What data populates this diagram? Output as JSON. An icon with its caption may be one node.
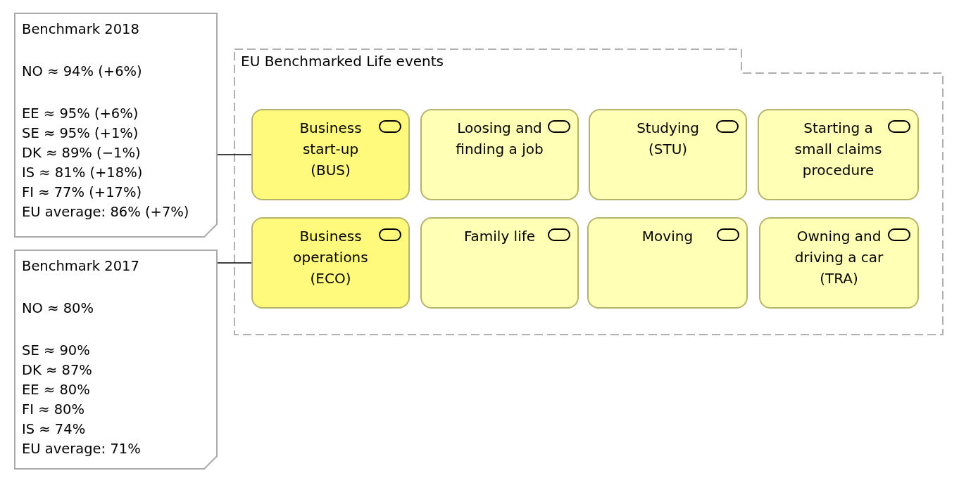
{
  "diagram": {
    "nodes": [
      {
        "text": [
          "Benchmark 2018",
          "NO ≈ 94% (+6%)",
          "EE ≈ 95% (+6%)",
          "SE ≈ 95% (+1%)",
          "DK ≈ 89% (−1%)",
          "IS ≈ 81% (+18%)",
          "FI ≈ 77% (+17%)",
          "EU average: 86% (+7%)"
        ]
      },
      {
        "text": [
          "Benchmark 2017",
          "NO ≈ 80%",
          "SE ≈ 90%",
          "DK ≈ 87%",
          "EE ≈ 80%",
          "FI ≈ 80%",
          "IS ≈ 74%",
          "EU average: 71%"
        ]
      },
      {
        "text": [
          "EU Benchmarked Life events"
        ]
      },
      {
        "text": [
          "Business start-up (BUS)"
        ],
        "in": 2
      },
      {
        "text": [
          "Loosing and finding a job"
        ],
        "in": 2
      },
      {
        "text": [
          "Studying (STU)"
        ],
        "in": 2
      },
      {
        "text": [
          "Starting a small claims procedure"
        ],
        "in": 2
      },
      {
        "text": [
          "Business operations (ECO)"
        ],
        "in": 2
      },
      {
        "text": [
          "Family life"
        ],
        "in": 2
      },
      {
        "text": [
          "Moving"
        ],
        "in": 2
      },
      {
        "text": [
          "Owning and driving a car (TRA)"
        ],
        "in": 2
      }
    ],
    "edges": [
      {
        "from": 0,
        "to": 3,
        "arrow": "none"
      },
      {
        "from": 1,
        "to": 7,
        "arrow": "none"
      }
    ]
  }
}
